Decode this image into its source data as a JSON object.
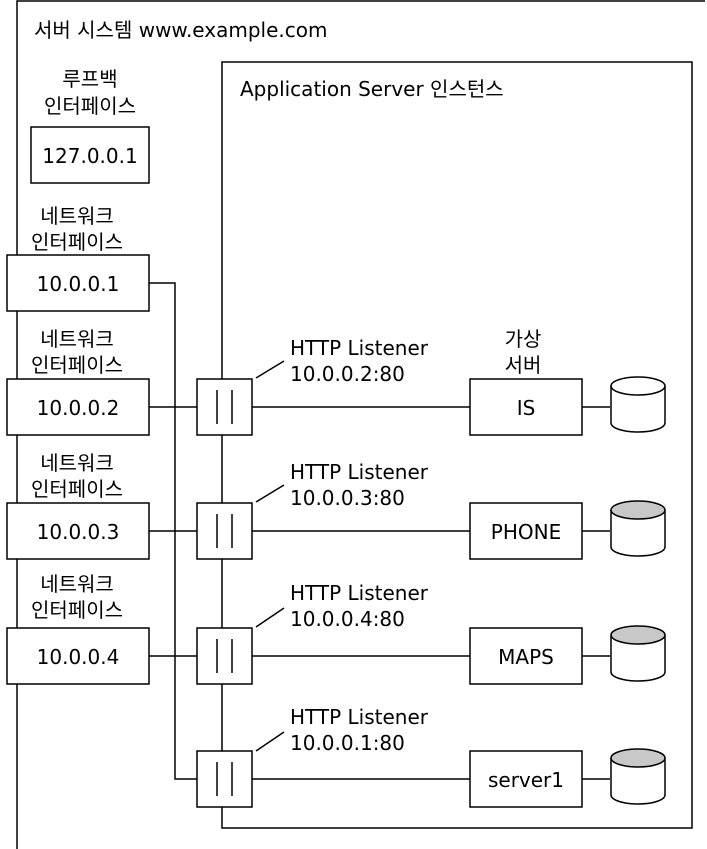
{
  "system": {
    "title": "서버 시스템 www.example.com"
  },
  "loopback": {
    "label_line1": "루프백",
    "label_line2": "인터페이스",
    "address": "127.0.0.1"
  },
  "network_interfaces": [
    {
      "label_line1": "네트워크",
      "label_line2": "인터페이스",
      "address": "10.0.0.1"
    },
    {
      "label_line1": "네트워크",
      "label_line2": "인터페이스",
      "address": "10.0.0.2"
    },
    {
      "label_line1": "네트워크",
      "label_line2": "인터페이스",
      "address": "10.0.0.3"
    },
    {
      "label_line1": "네트워크",
      "label_line2": "인터페이스",
      "address": "10.0.0.4"
    }
  ],
  "app_server": {
    "title": "Application Server 인스턴스",
    "virtual_server_heading_line1": "가상",
    "virtual_server_heading_line2": "서버"
  },
  "listeners": [
    {
      "name": "HTTP Listener",
      "address": "10.0.0.2:80",
      "virtual_server": "IS"
    },
    {
      "name": "HTTP Listener",
      "address": "10.0.0.3:80",
      "virtual_server": "PHONE"
    },
    {
      "name": "HTTP Listener",
      "address": "10.0.0.4:80",
      "virtual_server": "MAPS"
    },
    {
      "name": "HTTP Listener",
      "address": "10.0.0.1:80",
      "virtual_server": "server1"
    }
  ],
  "colors": {
    "stroke": "#000000",
    "background": "#ffffff",
    "database_top": "#c8c8c8"
  }
}
